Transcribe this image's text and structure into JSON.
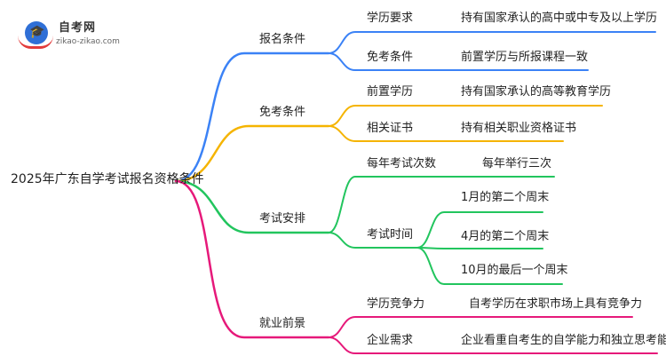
{
  "logo": {
    "name": "自考网",
    "domain": "zikao-zikao.com"
  },
  "root": {
    "label": "2025年广东自学考试报名资格条件"
  },
  "branches": [
    {
      "label": "报名条件",
      "color": "#3b82f6",
      "items": [
        {
          "label": "学历要求",
          "detail": "持有国家承认的高中或中专及以上学历"
        },
        {
          "label": "免考条件",
          "detail": "前置学历与所报课程一致"
        }
      ]
    },
    {
      "label": "免考条件",
      "color": "#f5b400",
      "items": [
        {
          "label": "前置学历",
          "detail": "持有国家承认的高等教育学历"
        },
        {
          "label": "相关证书",
          "detail": "持有相关职业资格证书"
        }
      ]
    },
    {
      "label": "考试安排",
      "color": "#22c55e",
      "items": [
        {
          "label": "每年考试次数",
          "detail": "每年举行三次"
        },
        {
          "label": "考试时间",
          "children": [
            "1月的第二个周末",
            "4月的第二个周末",
            "10月的最后一个周末"
          ]
        }
      ]
    },
    {
      "label": "就业前景",
      "color": "#e6197a",
      "items": [
        {
          "label": "学历竞争力",
          "detail": "自考学历在求职市场上具有竞争力"
        },
        {
          "label": "企业需求",
          "detail": "企业看重自考生的自学能力和独立思考能力"
        }
      ]
    }
  ]
}
